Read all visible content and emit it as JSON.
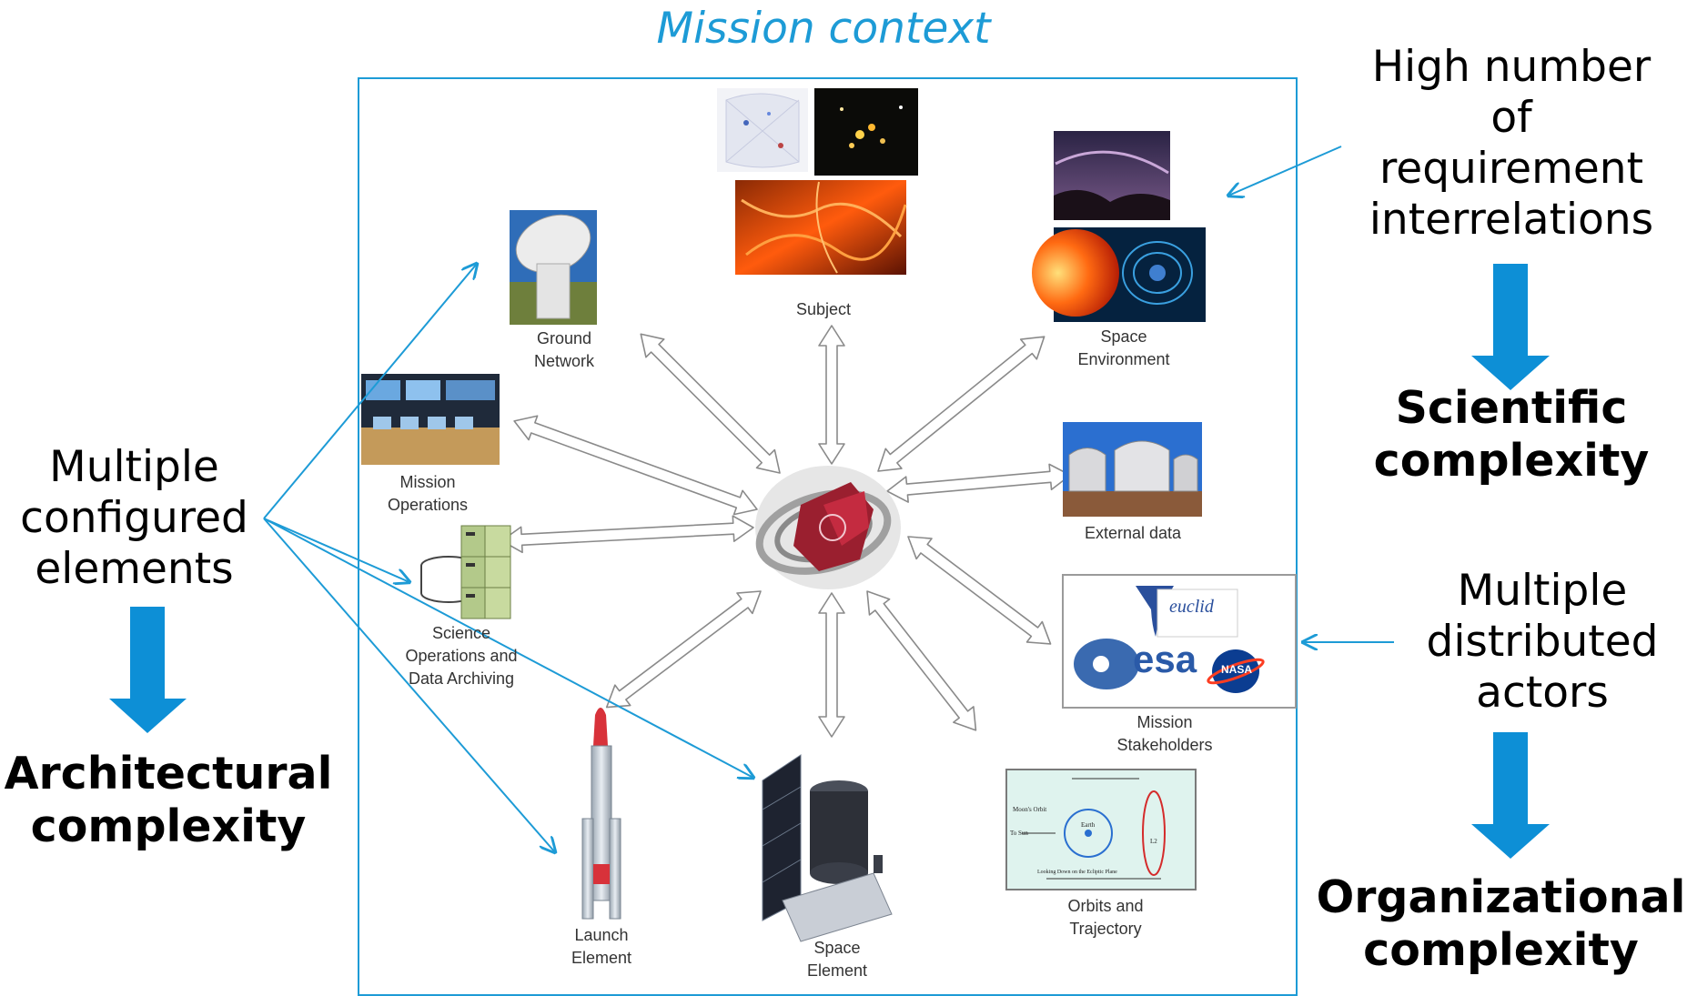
{
  "title": "Mission context",
  "left": {
    "text": [
      "Multiple",
      "configured",
      "elements"
    ],
    "result": [
      "Architectural",
      "complexity"
    ]
  },
  "top_right": {
    "text": [
      "High number",
      "of",
      "requirement",
      "interrelations"
    ],
    "result": [
      "Scientific",
      "complexity"
    ]
  },
  "bottom_right": {
    "text": [
      "Multiple",
      "distributed",
      "actors"
    ],
    "result": [
      "Organizational",
      "complexity"
    ]
  },
  "nodes": {
    "subject": "Subject",
    "ground": [
      "Ground",
      "Network"
    ],
    "mission_ops": [
      "Mission",
      "Operations"
    ],
    "science_ops": [
      "Science",
      "Operations and",
      "Data Archiving"
    ],
    "launch": [
      "Launch",
      "Element"
    ],
    "space_el": [
      "Space",
      "Element"
    ],
    "orbits": [
      "Orbits and",
      "Trajectory"
    ],
    "stakeholders": [
      "Mission",
      "Stakeholders"
    ],
    "external": "External data",
    "space_env": [
      "Space",
      "Environment"
    ]
  },
  "logos": {
    "esa": "esa",
    "nasa": "NASA",
    "euclid": "euclid"
  },
  "orbit_diagram": {
    "moon_orbit": "Moon's Orbit",
    "earth": "Earth",
    "to_sun": "To Sun",
    "l2": "L2",
    "plane": "Looking Down on the Ecliptic Plane"
  },
  "colors": {
    "accent": "#1d9bd6",
    "arrow_fill": "#ffffff",
    "arrow_stroke": "#8a8a8a"
  }
}
